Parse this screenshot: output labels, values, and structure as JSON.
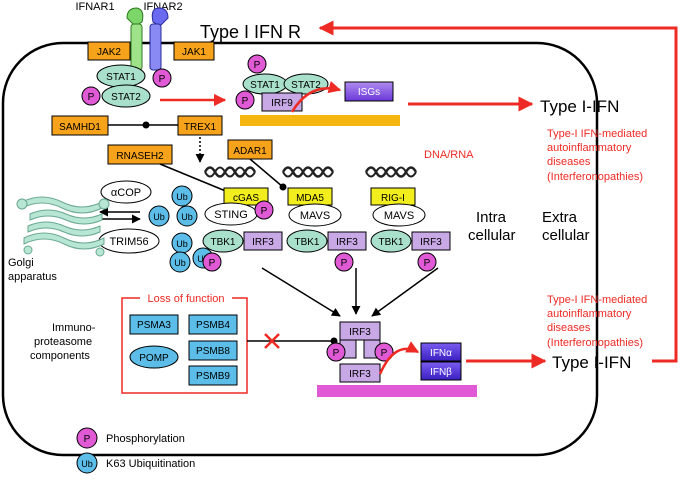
{
  "receptor": {
    "ifnar1": "IFNAR1",
    "ifnar2": "IFNAR2",
    "label": "Type I IFN R"
  },
  "kinases": {
    "jak2": "JAK2",
    "jak1": "JAK1"
  },
  "stat": {
    "stat1": "STAT1",
    "stat2": "STAT2"
  },
  "nucleus": {
    "irf9": "IRF9",
    "isgs": "ISGs"
  },
  "labels": {
    "p": "P",
    "ub": "Ub",
    "type_ifn": "Type I-IFN",
    "disease_line1": "Type-I IFN-mediated",
    "disease_line2": "autoinflammatory",
    "disease_line3": "diseases",
    "disease_line4": "(Interferonopathies)",
    "intra_line1": "Intra",
    "intra_line2": "cellular",
    "extra_line1": "Extra",
    "extra_line2": "cellular",
    "dna_rna": "DNA/RNA",
    "golgi_line1": "Golgi",
    "golgi_line2": "apparatus",
    "immuno_line1": "Immuno-",
    "immuno_line2": "proteasome",
    "immuno_line3": "components",
    "loss_of_function": "Loss of function"
  },
  "sensors": {
    "samhd1": "SAMHD1",
    "trex1": "TREX1",
    "rnaseh2": "RNASEH2",
    "adar1": "ADAR1",
    "cgas": "cGAS",
    "mda5": "MDA5",
    "rigi": "RIG-I",
    "sting": "STING",
    "mavs": "MAVS",
    "tbk1": "TBK1",
    "irf3": "IRF3",
    "acop": "αCOP",
    "trim56": "TRIM56"
  },
  "proteasome": {
    "psma3": "PSMA3",
    "psmb4": "PSMB4",
    "pomp": "POMP",
    "psmb8": "PSMB8",
    "psmb9": "PSMB9"
  },
  "genes": {
    "ifna": "IFNα",
    "ifnb": "IFNβ"
  },
  "legend": {
    "phos": "Phosphorylation",
    "ub": "K63 Ubiquitination"
  },
  "colors": {
    "orange": "#f7a21b",
    "yellow": "#f2ee1e",
    "purple": "#c9a8e6",
    "teal": "#a8e0cc",
    "blue": "#5bbde8",
    "magenta": "#e05ad6",
    "red": "#ee2a24",
    "navy": "#4a2bd6"
  }
}
